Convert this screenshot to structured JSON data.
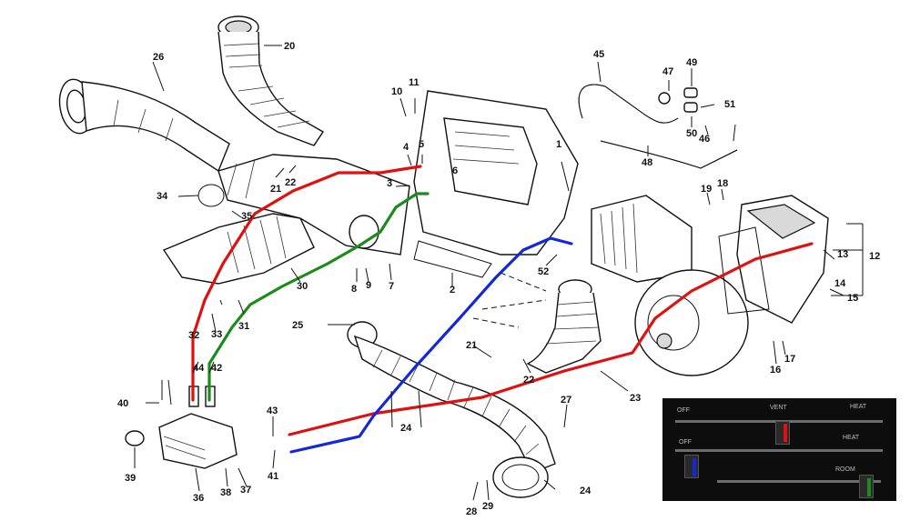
{
  "callouts": [
    "26",
    "20",
    "21",
    "22",
    "34",
    "35",
    "30",
    "31",
    "32",
    "33",
    "10",
    "11",
    "4",
    "5",
    "3",
    "6",
    "1",
    "8",
    "9",
    "7",
    "2",
    "45",
    "47",
    "49",
    "51",
    "50",
    "46",
    "48",
    "19",
    "18",
    "13",
    "12",
    "14",
    "15",
    "52",
    "25",
    "21",
    "22",
    "23",
    "17",
    "16",
    "44",
    "42",
    "40",
    "43",
    "39",
    "36",
    "38",
    "37",
    "41",
    "24",
    "27",
    "28",
    "29",
    "24"
  ],
  "panel": {
    "top_row": [
      "OFF",
      "VENT",
      "HEAT"
    ],
    "middle_row": [
      "OFF",
      "HEAT"
    ],
    "bottom_row": [
      "ROOM"
    ]
  },
  "cable_colors": {
    "red": "#e01010",
    "green": "#1c8a1c",
    "blue": "#1428d8"
  }
}
